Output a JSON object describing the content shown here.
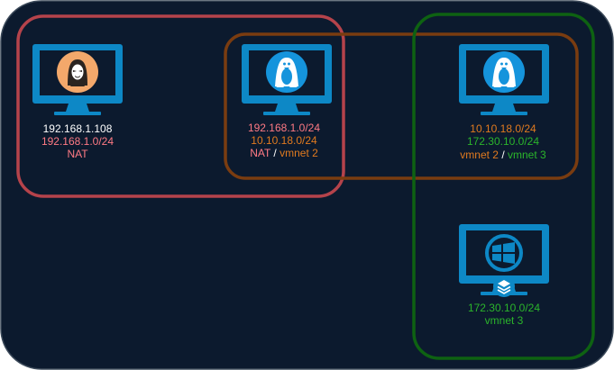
{
  "colors": {
    "background": "#0c1a2e",
    "border": "#3c4a5a",
    "red_zone": "#b5434b",
    "orange_zone": "#7a3c10",
    "green_zone": "#0e6212",
    "monitor": "#0d88c6",
    "white_text": "#ffffff",
    "pink_text": "#ff7a84",
    "orange_text": "#e07a1f",
    "green_text": "#2bb52b",
    "hacker_avatar": "#f3a86b",
    "linux_avatar": "#1594dc"
  },
  "nodes": {
    "attacker": {
      "icon": "hacker-icon",
      "line1": "192.168.1.108",
      "line2": "192.168.1.0/24",
      "line3": "NAT"
    },
    "linux_gateway": {
      "icon": "linux-tux-icon",
      "line1": "192.168.1.0/24",
      "line2": "10.10.18.0/24",
      "line3_a": "NAT",
      "line3_sep": " / ",
      "line3_b": "vmnet 2"
    },
    "linux_internal": {
      "icon": "linux-tux-icon",
      "line1": "10.10.18.0/24",
      "line2": "172.30.10.0/24",
      "line3_a": "vmnet 2",
      "line3_sep": " / ",
      "line3_b": "vmnet 3"
    },
    "windows_target": {
      "icon": "windows-icon",
      "line1": "172.30.10.0/24",
      "line2": "vmnet 3"
    }
  }
}
